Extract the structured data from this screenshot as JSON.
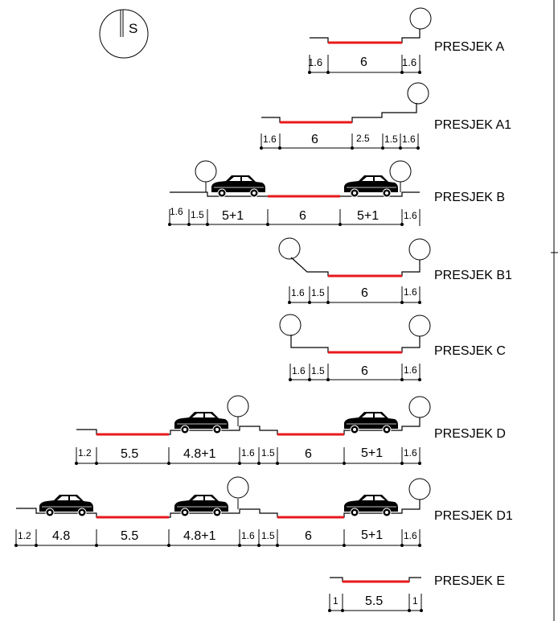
{
  "north_label": "S",
  "colors": {
    "road": "#e8191c",
    "line": "#000000",
    "bg": "#ffffff"
  },
  "sections": [
    {
      "id": "A",
      "title": "PRESJEK A",
      "dims": [
        "1.6",
        "6",
        "1.6"
      ]
    },
    {
      "id": "A1",
      "title": "PRESJEK A1",
      "dims": [
        "1.6",
        "6",
        "2.5",
        "1.5",
        "1.6"
      ]
    },
    {
      "id": "B",
      "title": "PRESJEK B",
      "dims": [
        "1.6",
        "1.5",
        "5+1",
        "6",
        "5+1",
        "1.6"
      ]
    },
    {
      "id": "B1",
      "title": "PRESJEK B1",
      "dims": [
        "1.6",
        "1.5",
        "6",
        "1.6"
      ]
    },
    {
      "id": "C",
      "title": "PRESJEK C",
      "dims": [
        "1.6",
        "1.5",
        "6",
        "1.6"
      ]
    },
    {
      "id": "D",
      "title": "PRESJEK D",
      "dims": [
        "1.2",
        "5.5",
        "4.8+1",
        "1.6",
        "1.5",
        "6",
        "5+1",
        "1.6"
      ]
    },
    {
      "id": "D1",
      "title": "PRESJEK D1",
      "dims": [
        "1.2",
        "4.8",
        "5.5",
        "4.8+1",
        "1.6",
        "1.5",
        "6",
        "5+1",
        "1.6"
      ]
    },
    {
      "id": "E",
      "title": "PRESJEK E",
      "dims": [
        "1",
        "5.5",
        "1"
      ]
    }
  ]
}
